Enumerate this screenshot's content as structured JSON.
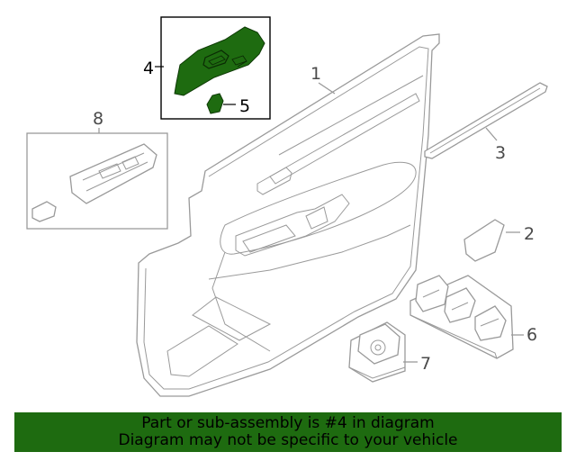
{
  "diagram": {
    "callouts": [
      {
        "id": "1",
        "label": "1"
      },
      {
        "id": "2",
        "label": "2"
      },
      {
        "id": "3",
        "label": "3"
      },
      {
        "id": "4",
        "label": "4"
      },
      {
        "id": "5",
        "label": "5"
      },
      {
        "id": "6",
        "label": "6"
      },
      {
        "id": "7",
        "label": "7"
      },
      {
        "id": "8",
        "label": "8"
      }
    ],
    "highlighted_part": "4",
    "highlight_color": "#1e6b10"
  },
  "banner": {
    "line1": "Part or sub-assembly is #4 in diagram",
    "line2": "Diagram may not be specific to your vehicle",
    "background": "#1e6b10"
  }
}
